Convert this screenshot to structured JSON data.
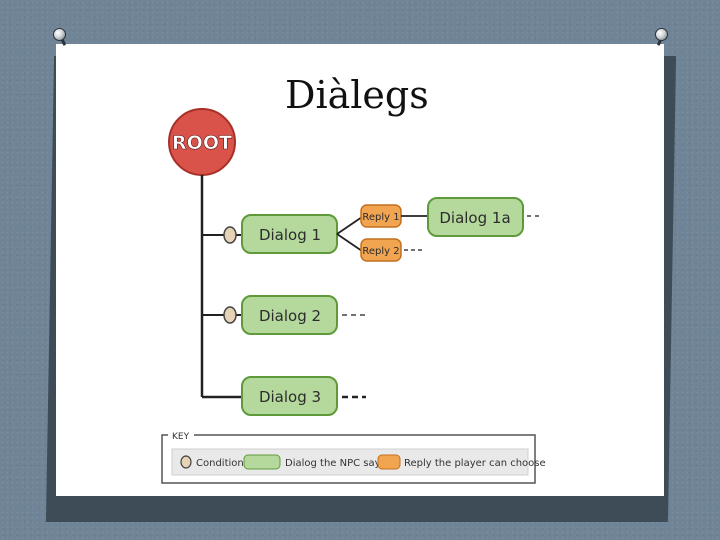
{
  "slide": {
    "title": "Diàlegs"
  },
  "diagram": {
    "root": {
      "label": "ROOT",
      "color": "#d9534a"
    },
    "dialogs": [
      {
        "id": "dialog-1",
        "label": "Dialog 1",
        "has_condition": true
      },
      {
        "id": "dialog-2",
        "label": "Dialog 2",
        "has_condition": true
      },
      {
        "id": "dialog-3",
        "label": "Dialog 3",
        "has_condition": false
      }
    ],
    "replies": [
      {
        "id": "reply-1",
        "label": "Reply 1"
      },
      {
        "id": "reply-2",
        "label": "Reply 2"
      }
    ],
    "child_dialog": {
      "id": "dialog-1a",
      "label": "Dialog 1a"
    },
    "colors": {
      "dialog_fill": "#b5d99c",
      "dialog_stroke": "#5e9a3a",
      "reply_fill": "#f2a550",
      "reply_stroke": "#c2701f",
      "condition_fill": "#e6d2b4"
    }
  },
  "key": {
    "title": "KEY",
    "items": [
      {
        "kind": "condition",
        "label": "Condition"
      },
      {
        "kind": "dialog",
        "label": "Dialog the NPC says"
      },
      {
        "kind": "reply",
        "label": "Reply the player can choose"
      }
    ]
  }
}
